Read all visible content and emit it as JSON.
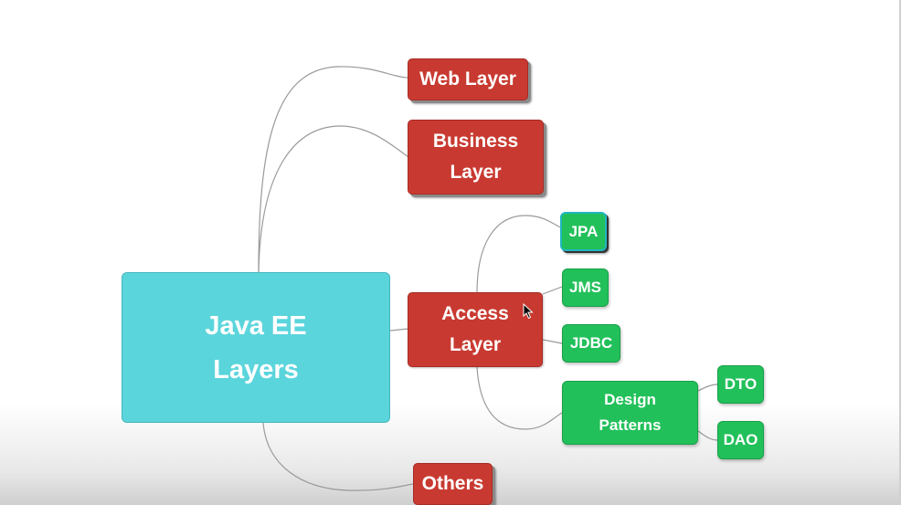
{
  "diagram": {
    "root": {
      "label": "Java EE\nLayers"
    },
    "layers": [
      {
        "id": "web",
        "label": "Web Layer"
      },
      {
        "id": "business",
        "label": "Business\nLayer"
      },
      {
        "id": "access",
        "label": "Access\nLayer"
      },
      {
        "id": "others",
        "label": "Others"
      }
    ],
    "access_children": [
      {
        "id": "jpa",
        "label": "JPA",
        "selected": true
      },
      {
        "id": "jms",
        "label": "JMS"
      },
      {
        "id": "jdbc",
        "label": "JDBC"
      },
      {
        "id": "patterns",
        "label": "Design\nPatterns"
      }
    ],
    "pattern_children": [
      {
        "id": "dto",
        "label": "DTO"
      },
      {
        "id": "dao",
        "label": "DAO"
      }
    ],
    "colors": {
      "root": "#5bd5dc",
      "layer": "#c83a31",
      "leaf": "#22c05a",
      "connector": "#9a9a9a"
    }
  }
}
